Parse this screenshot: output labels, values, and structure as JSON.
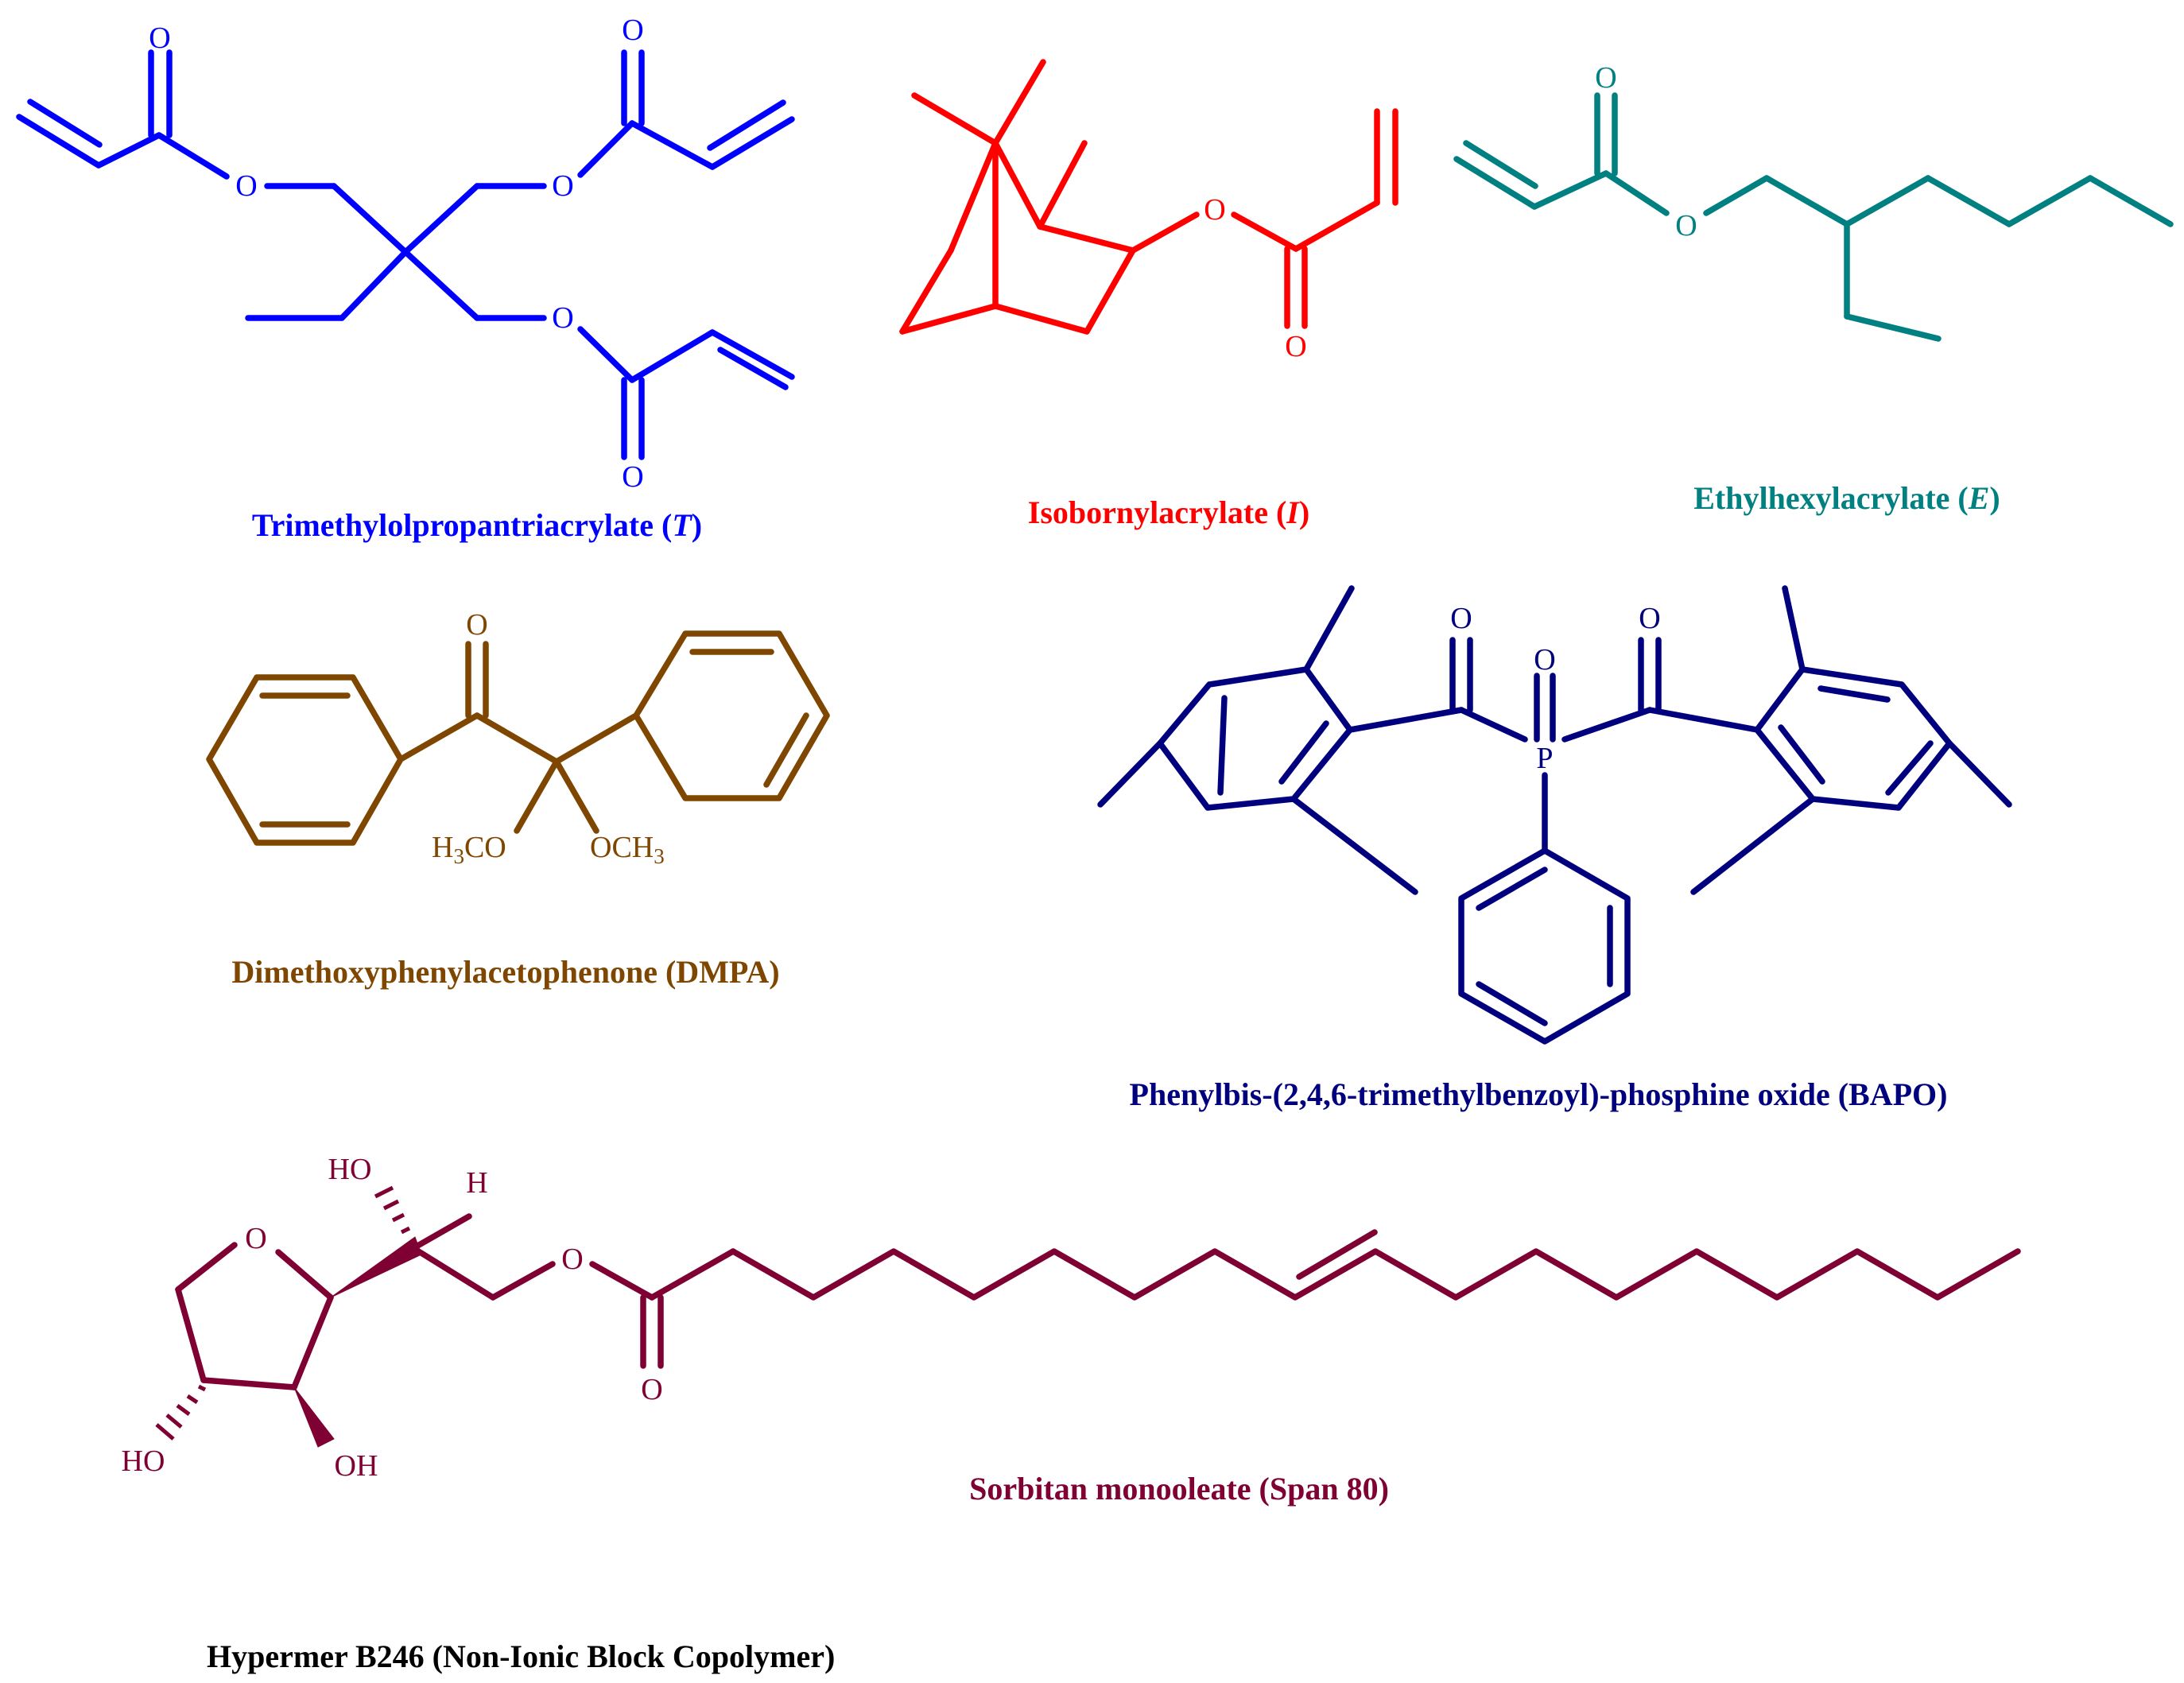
{
  "compounds": [
    {
      "id": "T",
      "color": "#0000ff",
      "name": "Trimethylolpropantriacrylate (",
      "abbr": "T",
      "close": ")",
      "atoms": {
        "o1": "O",
        "o2": "O",
        "o3": "O",
        "o4": "O",
        "o5": "O",
        "o6": "O"
      }
    },
    {
      "id": "I",
      "color": "#ff0000",
      "name": "Isobornylacrylate (",
      "abbr": "I",
      "close": ")",
      "atoms": {
        "o1": "O",
        "o2": "O"
      }
    },
    {
      "id": "E",
      "color": "#008080",
      "name": "Ethylhexylacrylate (",
      "abbr": "E",
      "close": ")",
      "atoms": {
        "o1": "O",
        "o2": "O"
      }
    },
    {
      "id": "DMPA",
      "color": "#7f4600",
      "name": "Dimethoxyphenylacetophenone (DMPA)",
      "atoms": {
        "o1": "O",
        "h3co_h": "H",
        "h3co_3": "3",
        "h3co_co": "CO",
        "och3_oc": "OCH",
        "och3_3": "3"
      }
    },
    {
      "id": "BAPO",
      "color": "#00007f",
      "name": "Phenylbis-(2,4,6-trimethylbenzoyl)-phosphine oxide (BAPO)",
      "atoms": {
        "o1": "O",
        "o2": "O",
        "o3": "O",
        "p": "P"
      }
    },
    {
      "id": "Span80",
      "color": "#7f0033",
      "name": "Sorbitan monooleate (Span 80)",
      "atoms": {
        "ho1": "HO",
        "h": "H",
        "o_ring": "O",
        "o_ester": "O",
        "o_carbonyl": "O",
        "ho2": "HO",
        "oh3": "OH"
      }
    },
    {
      "id": "B246",
      "color": "#000000",
      "name": "Hypermer B246 (Non-Ionic Block Copolymer)"
    }
  ]
}
